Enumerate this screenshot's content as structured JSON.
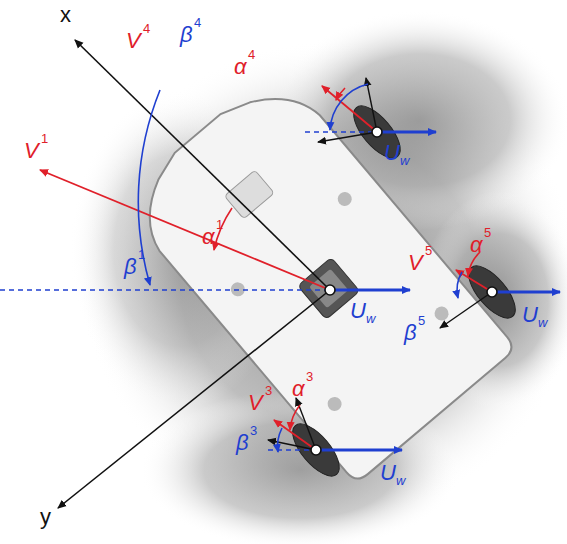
{
  "diagram": {
    "labels": [
      "x",
      "y",
      "V",
      "1",
      "α",
      "1",
      "β",
      "1",
      "V",
      "4",
      "β",
      "4",
      "α",
      "4",
      "V",
      "5",
      "α",
      "5",
      "β",
      "5",
      "V",
      "3",
      "α",
      "3",
      "β",
      "3",
      "U",
      "w",
      "U",
      "w",
      "U",
      "w",
      "U",
      "w"
    ]
  }
}
